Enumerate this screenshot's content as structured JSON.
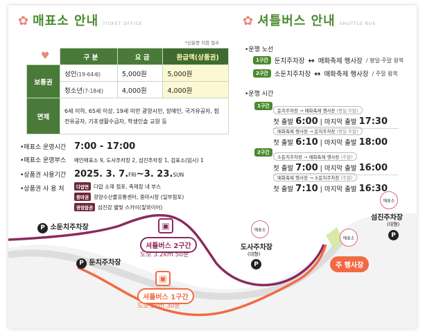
{
  "ticket": {
    "title": "매표소 안내",
    "title_en": "TICKET OFFICE",
    "note": "*신분증 지참 필수",
    "table": {
      "headers": [
        "구 분",
        "요 금",
        "환급액(상품권)"
      ],
      "paid_label": "보통권",
      "rows": [
        {
          "type": "성인",
          "range": "(19-64세)",
          "price": "5,000원",
          "refund": "5,000원"
        },
        {
          "type": "청소년",
          "range": "(7-18세)",
          "price": "4,000원",
          "refund": "4,000원"
        }
      ],
      "free_label": "면제",
      "free_text": "6세 이하, 65세 이상, 19세 미만 광양시민, 장애인, 국가유공자, 참전유공자, 기초생활수급자, 학생인솔 교원 등"
    },
    "hours_label": "•매표소 운영시간",
    "hours_value": "7:00 - 17:00",
    "dept_label": "•매표소 운영부스",
    "dept_value": "메인매표소 9, 도사주차장 2, 섬진주차장 1, 검표소(임시) 1",
    "period_label": "•상품권 사용기간",
    "period_start": "2025. 3. 7.",
    "period_start_day": "FRI",
    "period_sep": " ~ ",
    "period_end": "3. 23.",
    "period_end_day": "SUN",
    "place_label": "•상품권 사 용 처",
    "places": [
      {
        "tag": "다압면",
        "text": "다압 소재 점포, 축제장 내 부스"
      },
      {
        "tag": "중마권",
        "text": "광양수산물유통센터, 중마시장 (일부점포)"
      },
      {
        "tag": "광양읍권",
        "text": "섬진강 별빛 스카이(짚와이어)"
      }
    ]
  },
  "shuttle": {
    "title": "셔틀버스 안내",
    "title_en": "SHUTTLE BUS",
    "route_label": "•운행 노선",
    "routes": [
      {
        "badge": "1구간",
        "from": "둔치주차장",
        "arrow": "↔",
        "to": "매화축제 행사장",
        "day": "/ 평일·주말 왕복"
      },
      {
        "badge": "2구간",
        "from": "소둔치주차장",
        "arrow": "↔",
        "to": "매화축제 행사장",
        "day": "/ 주말 왕복"
      }
    ],
    "time_label": "•운행 시간",
    "schedules": [
      {
        "badge": "1구간",
        "items": [
          {
            "head": "둔치주차장 → 매화축제 행사장",
            "day": "(평일·주말)",
            "first_label": "첫 출발",
            "first": "6:00",
            "last_label": "마지막 출발",
            "last": "17:30"
          },
          {
            "head": "매화축제 행사장 → 둔치주차장",
            "day": "(평일·주말)",
            "first_label": "첫 출발",
            "first": "6:10",
            "last_label": "마지막 출발",
            "last": "18:00"
          }
        ]
      },
      {
        "badge": "2구간",
        "items": [
          {
            "head": "소둔치주차장 → 매화축제 행사장",
            "day": "(주말)",
            "first_label": "첫 출발",
            "first": "7:00",
            "last_label": "마지막 출발",
            "last": "16:00"
          },
          {
            "head": "매화축제 행사장 → 소둔치주차장",
            "day": "(주말)",
            "first_label": "첫 출발",
            "first": "7:10",
            "last_label": "마지막 출발",
            "last": "16:30"
          }
        ]
      }
    ]
  },
  "map": {
    "places": {
      "sodunchi": "소둔치주차장",
      "dunchi": "둔치주차장",
      "dosa": "도사주차장",
      "dosa_sub": "(대형)",
      "seomjin": "섬진주차장",
      "seomjin_sub": "(대형)",
      "venue": "주 행사장"
    },
    "ticket_booth": "매표소",
    "pin": "P",
    "bus2_label": "셔틀버스 2구간",
    "bus2_sub": "도보 3.2km 50분",
    "bus1_label": "셔틀버스 1구간",
    "bus1_sub": "도보 2km 30분",
    "colors": {
      "route1": "#f26a43",
      "route2": "#8a2b5c",
      "green": "#4a8a2f",
      "road": "#dddddd"
    }
  }
}
